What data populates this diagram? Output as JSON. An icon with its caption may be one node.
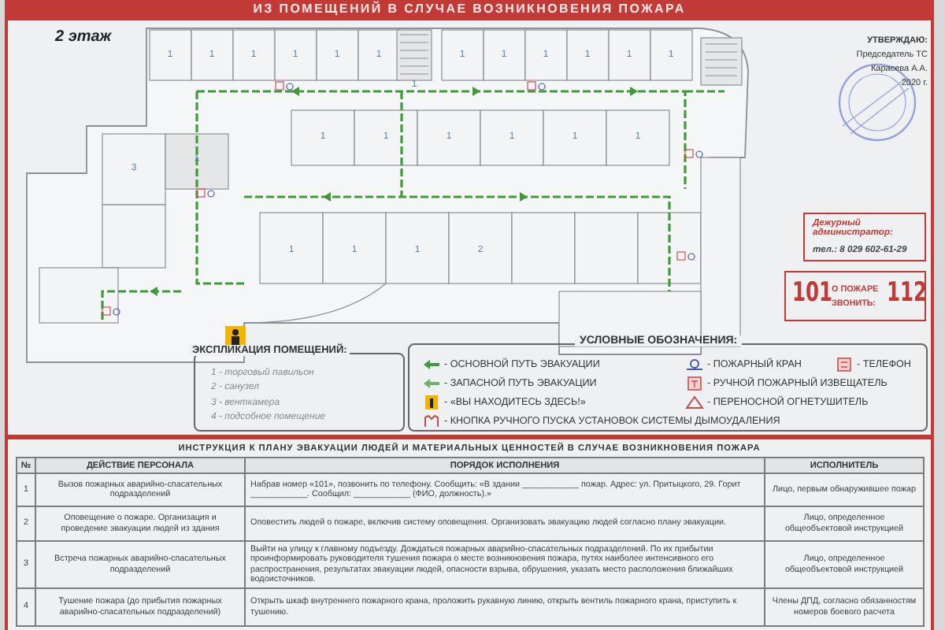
{
  "diagram": {
    "title": "ИЗ ПОМЕЩЕНИЙ В СЛУЧАЕ ВОЗНИКНОВЕНИЯ ПОЖАРА",
    "nodes": [
      {
        "text": [
          "ЭКСПЛИКАЦИЯ ПОМЕЩЕНИЙ:",
          "1 - торговый павильон",
          "2 - санузел",
          "3 - венткамера",
          "4 - подсобное помещение"
        ]
      },
      {
        "text": [
          "УСЛОВНЫЕ ОБОЗНАЧЕНИЯ:"
        ]
      },
      {
        "text": [
          "Дежурный администратор:",
          "тел.: 8 029 602-61-29"
        ]
      },
      {
        "text": [
          "101",
          "О ПОЖАРЕ ЗВОНИТЬ:",
          "112"
        ]
      }
    ],
    "labels": [
      "2 этаж",
      "1",
      "1",
      "1",
      "1",
      "1",
      "1",
      "1",
      "1",
      "1",
      "1",
      "1",
      "1",
      "1",
      "1",
      "1",
      "1",
      "1",
      "1",
      "1",
      "1",
      "1",
      "1",
      "2",
      "3",
      "1",
      "УТВЕРЖДАЮ:",
      "Председатель ТС",
      "Карасева А.А.",
      "2020 г.",
      "ИНСТРУКЦИЯ К ПЛАНУ ЭВАКУАЦИИ ЛЮДЕЙ И МАТЕРИАЛЬНЫХ ЦЕННОСТЕЙ В СЛУЧАЕ ВОЗНИКНОВЕНИЯ ПОЖАРА",
      "№",
      "ДЕЙСТВИЕ ПЕРСОНАЛА",
      "ПОРЯДОК ИСПОЛНЕНИЯ",
      "ИСПОЛНИТЕЛЬ",
      "1",
      "Вызов пожарных аварийно-спасательных подразделений",
      "Набрав номер «101», позвонить по телефону. Сообщить: «В здании ____________ пожар. Адрес: ул. Притыцкого, 29. Горит ____________. Сообщил: ____________ (ФИО, должность).»",
      "Лицо, первым обнаружившее пожар",
      "2",
      "Оповещение о пожаре. Организация и проведение эвакуации людей из здания",
      "Оповестить людей о пожаре, включив систему оповещения. Организовать эвакуацию людей согласно плану эвакуации.",
      "Лицо, определенное общеобъектовой инструкцией",
      "3",
      "Встреча пожарных аварийно-спасательных подразделений",
      "Выйти на улицу к главному подъезду. Дождаться пожарных аварийно-спасательных подразделений. По их прибытии проинформировать руководителя тушения пожара о месте возникновения пожара, путях наиболее интенсивного его распространения, результатах эвакуации людей, опасности взрыва, обрушения, указать место расположения ближайших водоисточников.",
      "Лицо, определенное общеобъектовой инструкцией",
      "4",
      "Тушение пожара (до прибытия пожарных аварийно-спасательных подразделений)",
      "Открыть шкаф внутреннего пожарного крана, проложить рукавную линию, открыть вентиль пожарного крана, приступить к тушению.",
      "Члены ДПД, согласно обязанностям номеров боевого расчета"
    ],
    "legend": [
      {
        "text": "- ОСНОВНОЙ ПУТЬ ЭВАКУАЦИИ"
      },
      {
        "text": "- ПОЖАРНЫЙ КРАН"
      },
      {
        "text": "- ТЕЛЕФОН"
      },
      {
        "text": "- ЗАПАСНОЙ ПУТЬ ЭВАКУАЦИИ"
      },
      {
        "text": "- РУЧНОЙ ПОЖАРНЫЙ ИЗВЕЩАТЕЛЬ"
      },
      {
        "text": "- «ВЫ НАХОДИТЕСЬ ЗДЕСЬ!»"
      },
      {
        "text": "- ПЕРЕНОСНОЙ ОГНЕТУШИТЕЛЬ"
      },
      {
        "text": "- КНОПКА РУЧНОГО ПУСКА УСТАНОВОК СИСТЕМЫ ДЫМОУДАЛЕНИЯ"
      }
    ]
  }
}
